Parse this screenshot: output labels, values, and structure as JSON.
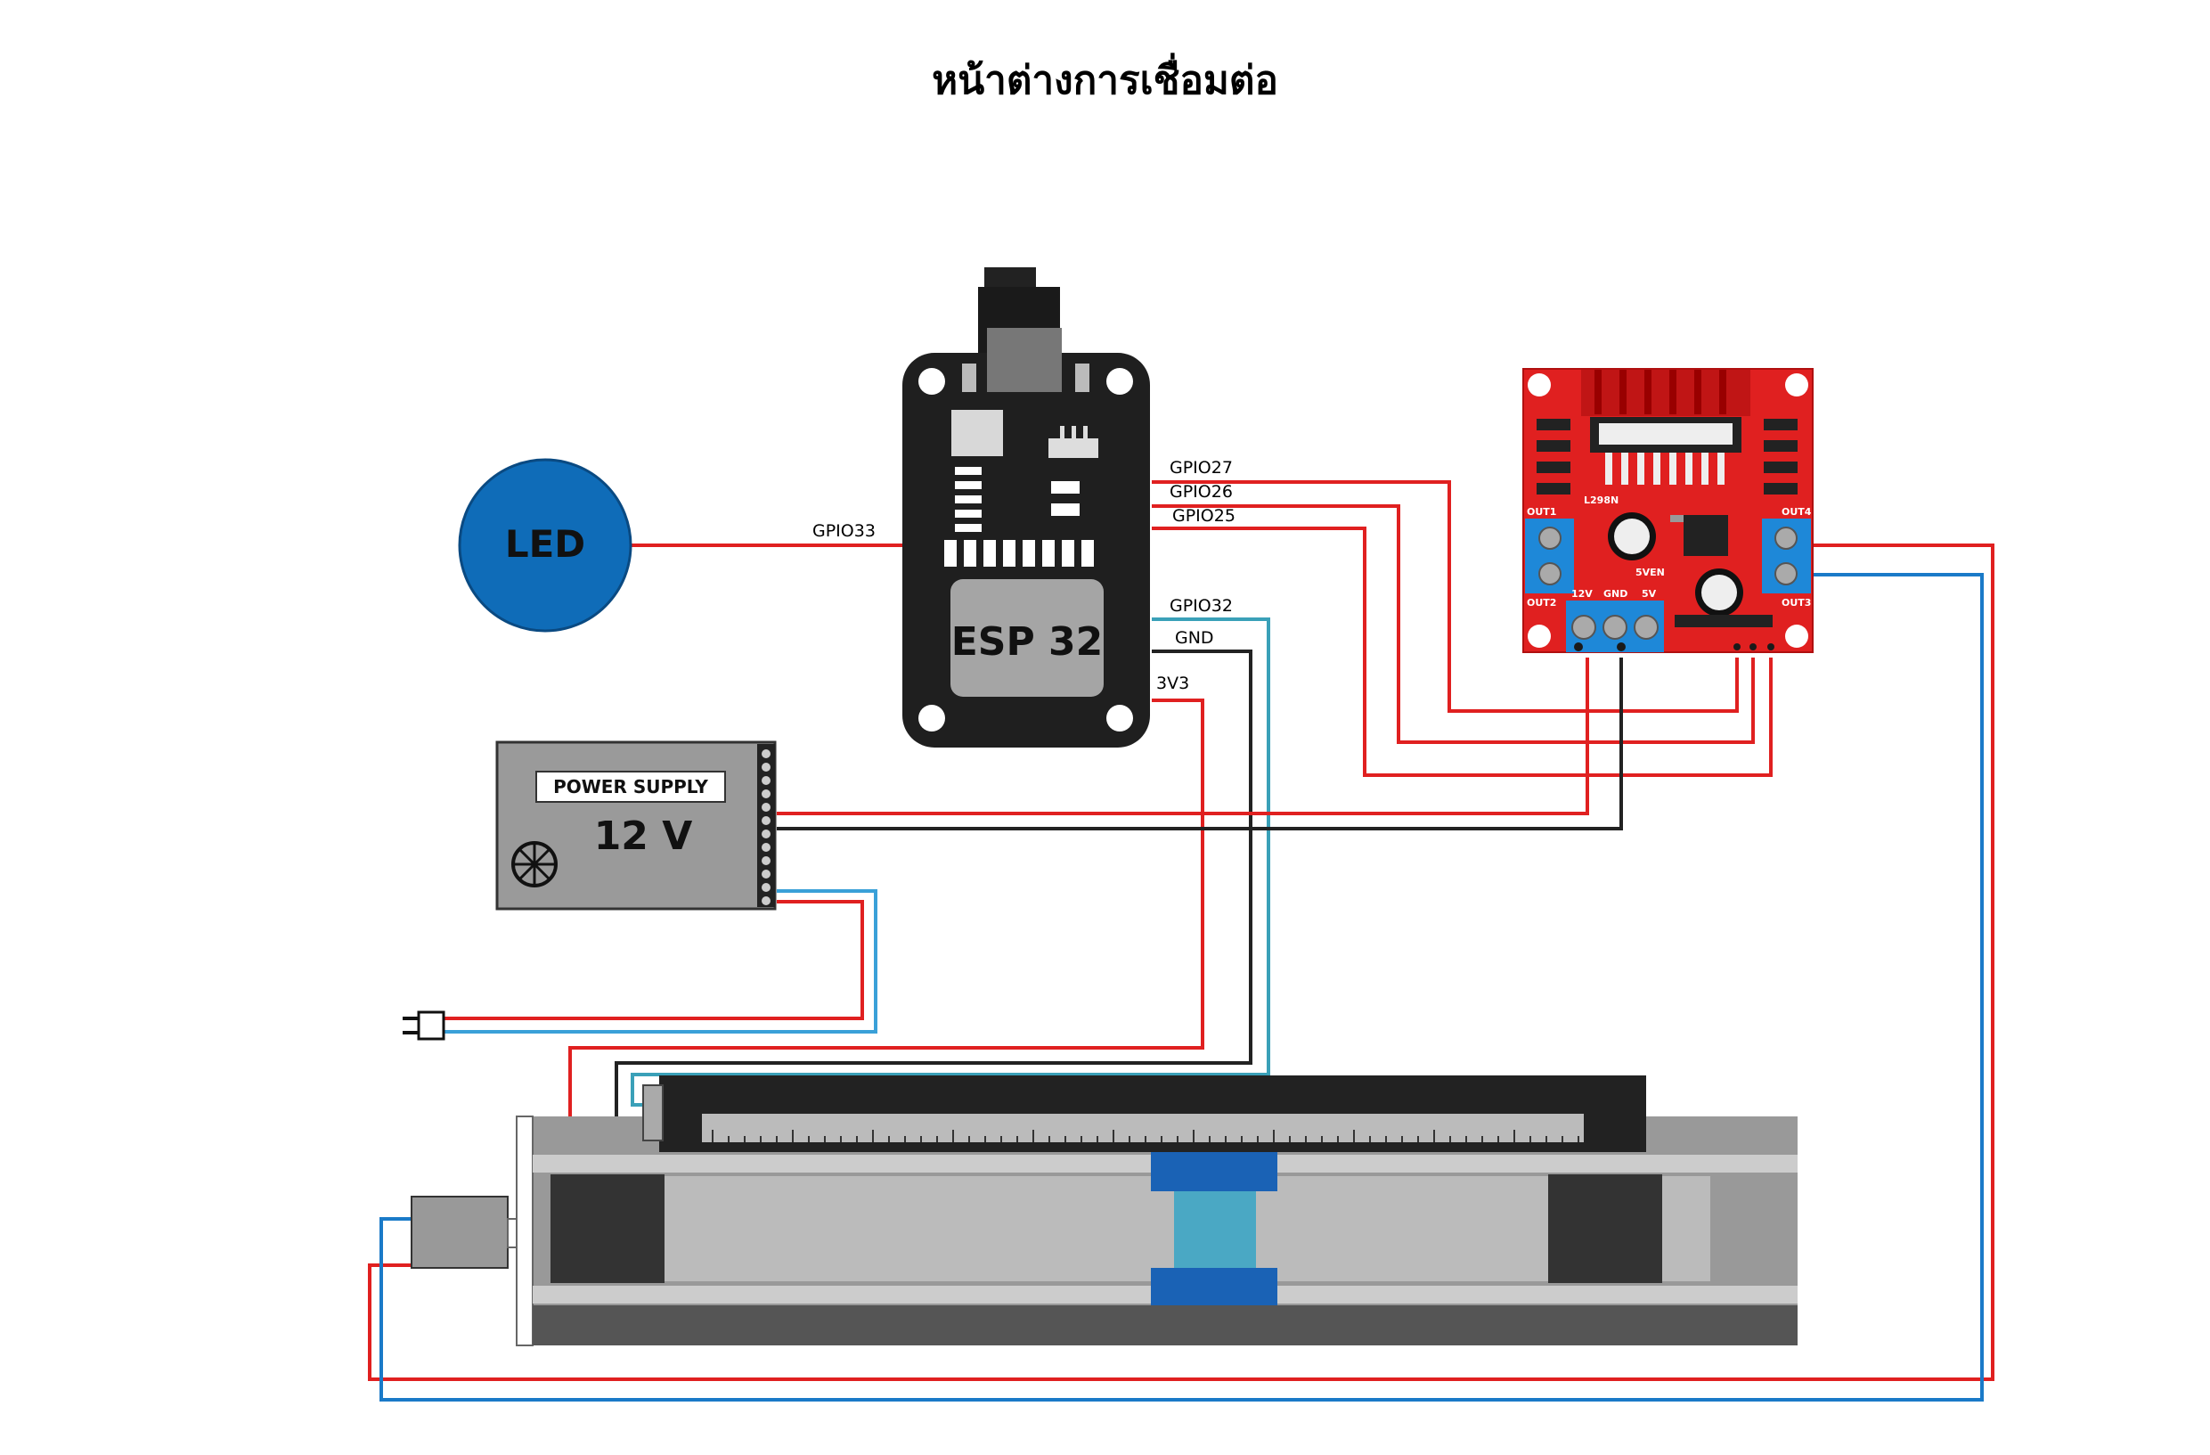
{
  "title": "หน้าต่างการเชื่อมต่อ",
  "led": {
    "label": "LED",
    "color": "#0f6cb8"
  },
  "esp32": {
    "label": "ESP 32",
    "pins": {
      "gpio33": "GPIO33",
      "gpio27": "GPIO27",
      "gpio26": "GPIO26",
      "gpio25": "GPIO25",
      "gpio32": "GPIO32",
      "gnd": "GND",
      "v3v3": "3V3"
    }
  },
  "power_supply": {
    "label": "POWER SUPPLY",
    "voltage": "12 V"
  },
  "driver": {
    "chip_label": "L298N",
    "out1": "OUT1",
    "out2": "OUT2",
    "out3": "OUT3",
    "out4": "OUT4",
    "v12": "12V",
    "gnd": "GND",
    "v5": "5V",
    "enable": "5VEN",
    "color": "#e02020"
  },
  "wire_colors": {
    "red": "#e02020",
    "black": "#222222",
    "blue": "#1a7ac8",
    "teal": "#3aa0b8"
  }
}
